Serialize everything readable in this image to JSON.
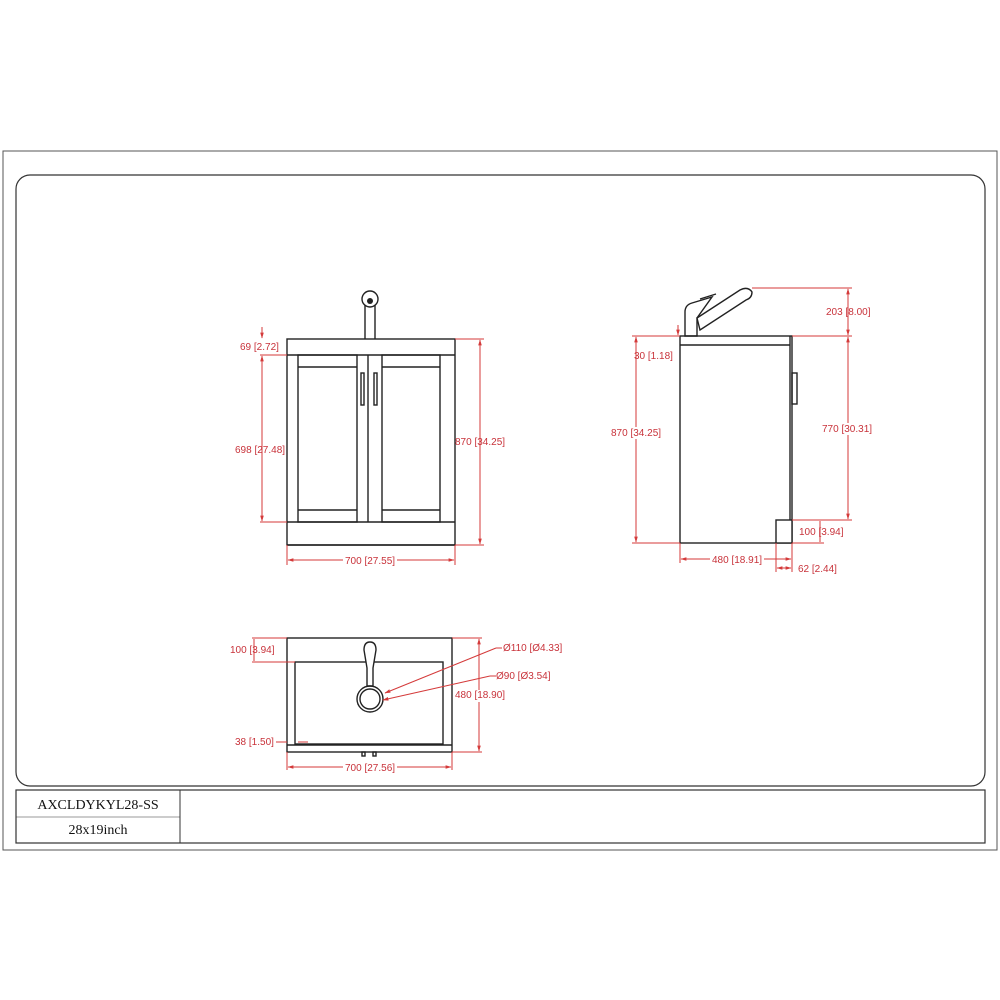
{
  "title_block": {
    "model": "AXCLDYKYL28-SS",
    "size": "28x19inch"
  },
  "front_view": {
    "dims": {
      "top_thickness": "69 [2.72]",
      "door_height": "698 [27.48]",
      "total_height": "870 [34.25]",
      "width": "700 [27.55]"
    }
  },
  "side_view": {
    "dims": {
      "faucet_height": "203 [8.00]",
      "top_thickness": "30 [1.18]",
      "total_height": "870 [34.25]",
      "body_height": "770 [30.31]",
      "toe_kick_height": "100 [3.94]",
      "depth": "480 [18.91]",
      "toe_kick_depth": "62 [2.44]"
    }
  },
  "top_view": {
    "dims": {
      "back_margin": "100 [3.94]",
      "outer_drain": "Ø110 [Ø4.33]",
      "inner_drain": "Ø90 [Ø3.54]",
      "depth": "480 [18.90]",
      "front_margin": "38 [1.50]",
      "width": "700 [27.56]"
    }
  },
  "colors": {
    "dimension": "#c8323a",
    "line": "#222222"
  }
}
